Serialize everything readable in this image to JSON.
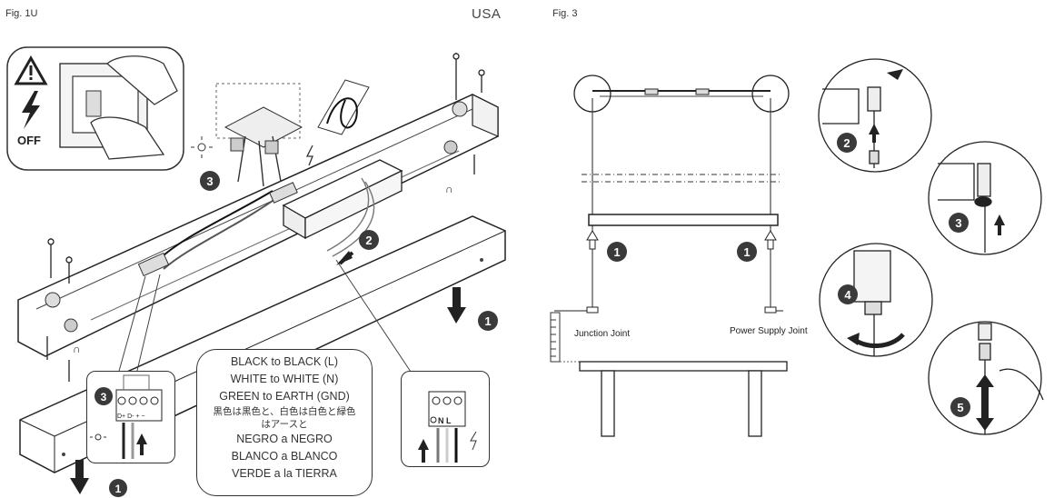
{
  "header": {
    "left_fig": "Fig. 1U",
    "center": "USA",
    "right_fig": "Fig. 3"
  },
  "warning": {
    "icon": "warning-icon",
    "bolt_icon": "lightning-icon",
    "off_label": "OFF"
  },
  "wiring_instructions": {
    "en": [
      "BLACK to BLACK (L)",
      "WHITE to WHITE (N)",
      "GREEN to EARTH (GND)"
    ],
    "jp": [
      "黒色は黒色と、白色は白色と緑色",
      "はアースと"
    ],
    "es": [
      "NEGRO a NEGRO",
      "BLANCO a BLANCO",
      "VERDE a la TIERRA"
    ]
  },
  "terminal": {
    "labels": "D+ D-  +  −",
    "nl_label": "N L"
  },
  "fig1_steps": [
    "1",
    "2",
    "3"
  ],
  "fig3": {
    "left_joint": "Junction Joint",
    "right_joint": "Power Supply Joint",
    "steps": [
      "1",
      "1",
      "2",
      "3",
      "4",
      "5"
    ]
  },
  "colors": {
    "line": "#222222",
    "badge": "#3a3a3a",
    "badge_text": "#ffffff"
  }
}
